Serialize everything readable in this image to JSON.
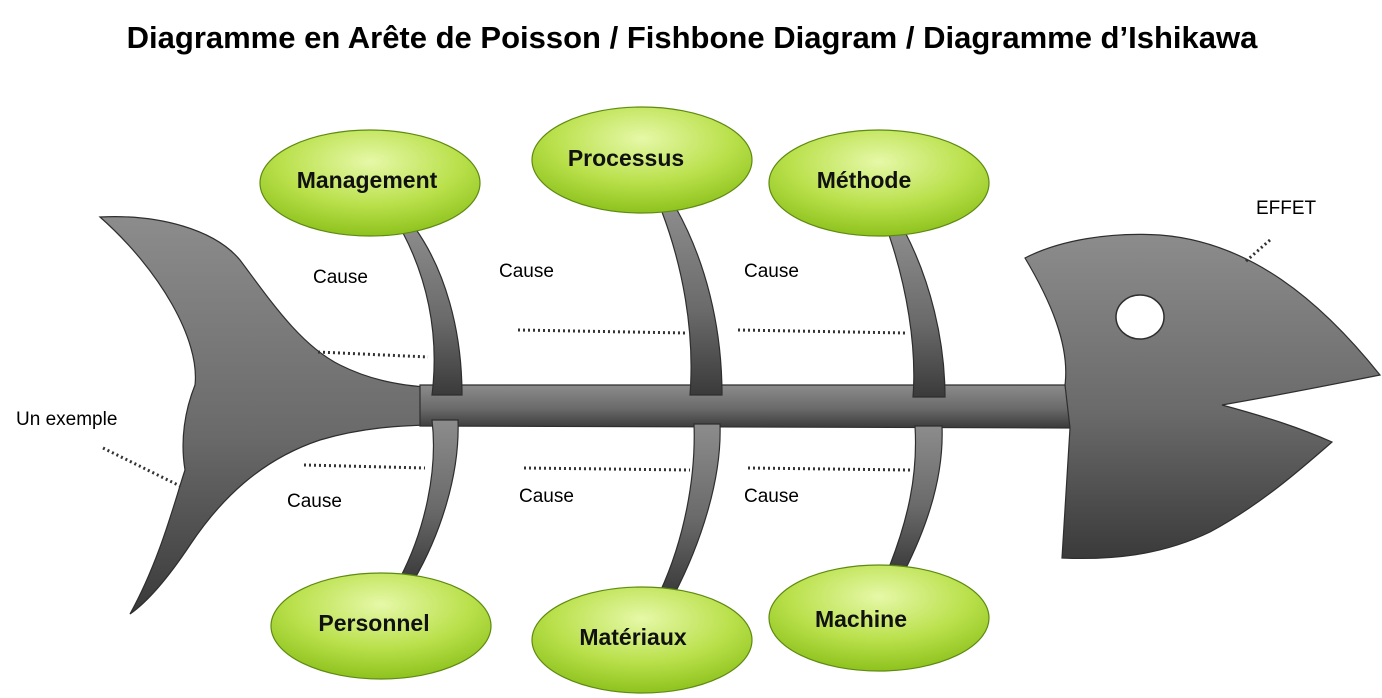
{
  "title": "Diagramme en Arête de Poisson / Fishbone Diagram / Diagramme d’Ishikawa",
  "effect_label": "EFFET",
  "tail_label": "Un exemple",
  "categories": {
    "management": "Management",
    "processus": "Processus",
    "methode": "Méthode",
    "personnel": "Personnel",
    "materiaux": "Matériaux",
    "machine": "Machine"
  },
  "causes": {
    "top_left": "Cause",
    "top_middle": "Cause",
    "top_right": "Cause",
    "bottom_left": "Cause",
    "bottom_middle": "Cause",
    "bottom_right": "Cause"
  },
  "colors": {
    "bubble_light": "#dff59a",
    "bubble_dark": "#8ec51a",
    "bone_light": "#8a8a8a",
    "bone_dark": "#3a3a3a"
  }
}
